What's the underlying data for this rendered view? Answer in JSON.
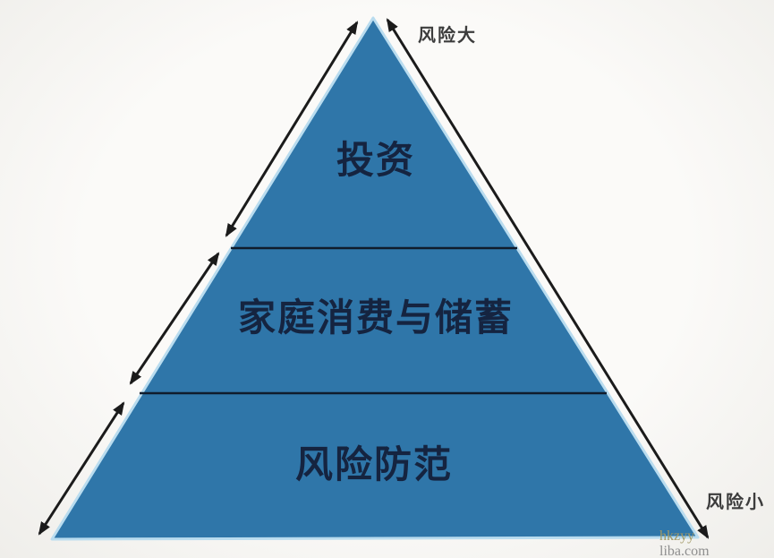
{
  "diagram": {
    "type": "pyramid",
    "pyramid": {
      "levels": [
        {
          "position": "top",
          "label": "投资"
        },
        {
          "position": "middle",
          "label": "家庭消费与储蓄"
        },
        {
          "position": "bottom",
          "label": "风险防范"
        }
      ]
    },
    "risk_axis": {
      "top_label": "风险大",
      "bottom_label": "风险小"
    },
    "watermark": {
      "line1": "hkzyy",
      "line2": "liba.com"
    },
    "colors": {
      "pyramid_fill": "#2f76a9",
      "pyramid_edge_highlight": "#b9dcef",
      "level_text": "#152440",
      "divider_line": "#101c2c",
      "arrow": "#1b1b1b",
      "axis_label_text": "#3c3c3c",
      "watermark_primary": "#a39a66",
      "watermark_secondary": "#8f8f8f",
      "background": "#f7f6f3"
    }
  }
}
